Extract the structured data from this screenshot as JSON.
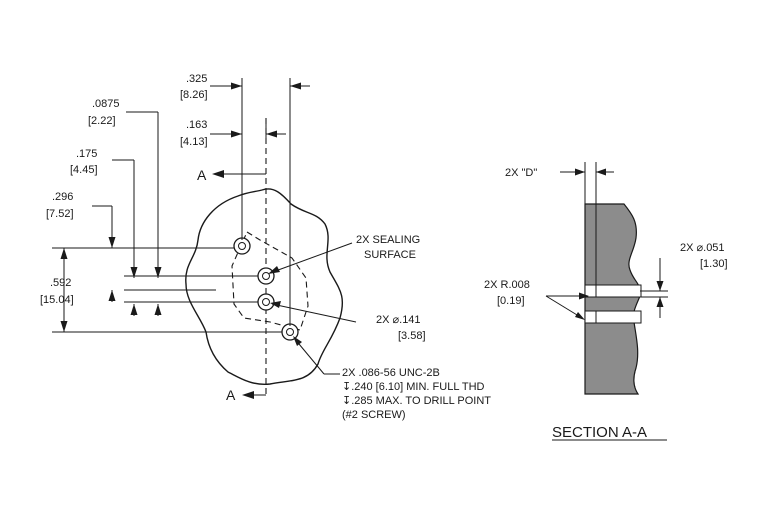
{
  "dims": {
    "d325": ".325",
    "d325mm": "[8.26]",
    "d0875": ".0875",
    "d0875mm": "[2.22]",
    "d163": ".163",
    "d163mm": "[4.13]",
    "d175": ".175",
    "d175mm": "[4.45]",
    "d296": ".296",
    "d296mm": "[7.52]",
    "d592": ".592",
    "d592mm": "[15.04]"
  },
  "section_marks": {
    "top": "A",
    "bottom": "A"
  },
  "callouts": {
    "sealing_line1": "2X SEALING",
    "sealing_line2": "SURFACE",
    "dia141": "2X ⌀.141",
    "dia141mm": "[3.58]",
    "thread_line1": "2X .086-56 UNC-2B",
    "thread_line2": "↧.240 [6.10] MIN. FULL THD",
    "thread_line3": "↧.285 MAX. TO DRILL POINT",
    "thread_line4": "(#2 SCREW)"
  },
  "section": {
    "title": "SECTION A-A",
    "d_label": "2X \"D\"",
    "dia051": "2X ⌀.051",
    "dia051mm": "[1.30]",
    "radius": "2X R.008",
    "radius_mm": "[0.19]"
  },
  "colors": {
    "ink": "#1a1a1a",
    "section_fill": "#8c8c8c"
  }
}
